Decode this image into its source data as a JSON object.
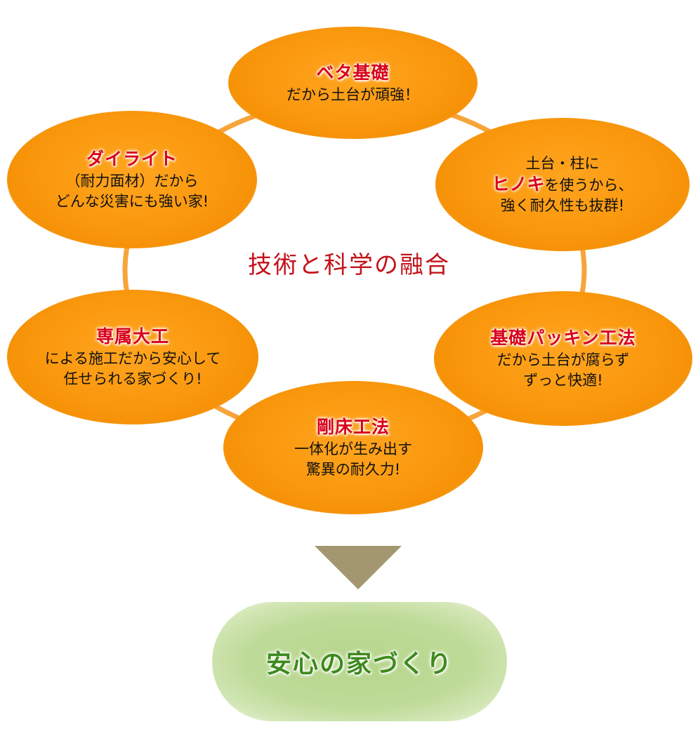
{
  "center_label": "技術と科学の融合",
  "nodes": [
    {
      "title": "ベタ基礎",
      "lines": [
        "だから土台が頑強！"
      ]
    },
    {
      "lead": "土台・柱に",
      "highlight": "ヒノキ",
      "after_highlight": "を使うから、",
      "last": "強く耐久性も抜群!"
    },
    {
      "title": "基礎パッキン工法",
      "lines": [
        "だから土台が腐らず",
        "ずっと快適!"
      ]
    },
    {
      "title": "剛床工法",
      "lines": [
        "一体化が生み出す",
        "驚異の耐久力!"
      ]
    },
    {
      "title": "専属大工",
      "lines": [
        "による施工だから安心して",
        "任せられる家づくり!"
      ]
    },
    {
      "title": "ダイライト",
      "lines": [
        "（耐力面材）だから",
        "どんな災害にも強い家!"
      ]
    }
  ],
  "result_label": "安心の家づくり",
  "colors": {
    "node_fill": "#f69208",
    "ring": "#f7a43a",
    "title_red": "#d8001a",
    "center_red": "#c4121a",
    "arrow": "#a39770",
    "result_fill": "#bfdb99",
    "result_text": "#3f8a1e"
  }
}
